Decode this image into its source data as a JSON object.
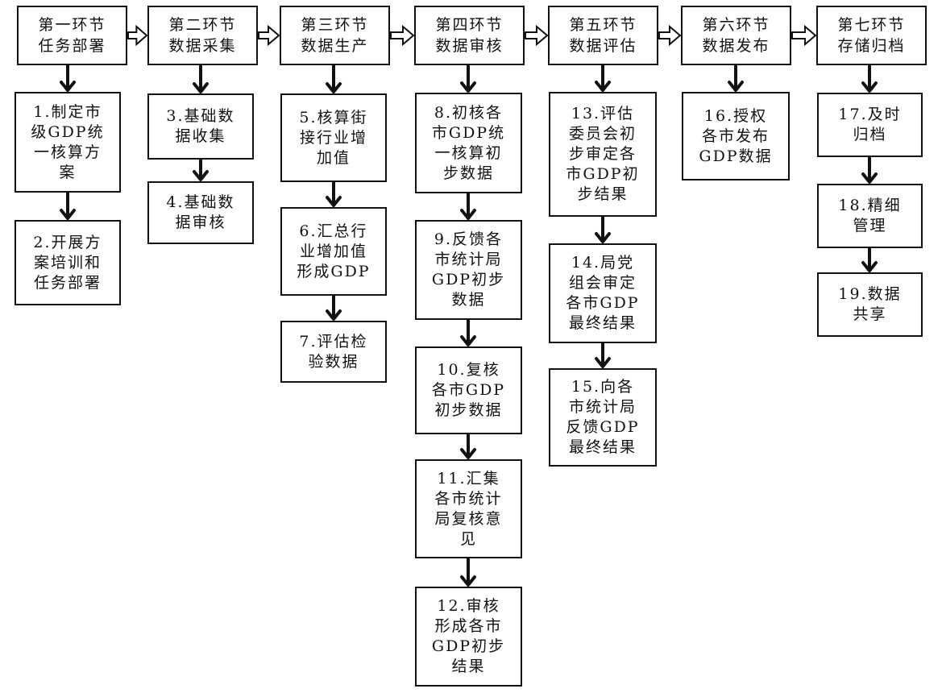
{
  "stages": [
    {
      "id": "s1",
      "text": "第一环节\n任务部署"
    },
    {
      "id": "s2",
      "text": "第二环节\n数据采集"
    },
    {
      "id": "s3",
      "text": "第三环节\n数据生产"
    },
    {
      "id": "s4",
      "text": "第四环节\n数据审核"
    },
    {
      "id": "s5",
      "text": "第五环节\n数据评估"
    },
    {
      "id": "s6",
      "text": "第六环节\n数据发布"
    },
    {
      "id": "s7",
      "text": "第七环节\n存储归档"
    }
  ],
  "steps": [
    {
      "id": "t1",
      "text": "1.制定市\n级GDP统\n一核算方\n案"
    },
    {
      "id": "t2",
      "text": "2.开展方\n案培训和\n任务部署"
    },
    {
      "id": "t3",
      "text": "3.基础数\n据收集"
    },
    {
      "id": "t4",
      "text": "4.基础数\n据审核"
    },
    {
      "id": "t5",
      "text": "5.核算街\n接行业增\n加值"
    },
    {
      "id": "t6",
      "text": "6.汇总行\n业增加值\n形成GDP"
    },
    {
      "id": "t7",
      "text": "7.评估检\n验数据"
    },
    {
      "id": "t8",
      "text": "8.初核各\n市GDP统\n一核算初\n步数据"
    },
    {
      "id": "t9",
      "text": "9.反馈各\n市统计局\nGDP初步\n数据"
    },
    {
      "id": "t10",
      "text": "10.复核\n各市GDP\n初步数据"
    },
    {
      "id": "t11",
      "text": "11.汇集\n各市统计\n局复核意\n见"
    },
    {
      "id": "t12",
      "text": "12.审核\n形成各市\nGDP初步\n结果"
    },
    {
      "id": "t13",
      "text": "13.评估\n委员会初\n步审定各\n市GDP初\n步结果"
    },
    {
      "id": "t14",
      "text": "14.局党\n组会审定\n各市GDP\n最终结果"
    },
    {
      "id": "t15",
      "text": "15.向各\n市统计局\n反馈GDP\n最终结果"
    },
    {
      "id": "t16",
      "text": "16.授权\n各市发布\nGDP数据"
    },
    {
      "id": "t17",
      "text": "17.及时\n归档"
    },
    {
      "id": "t18",
      "text": "18.精细\n管理"
    },
    {
      "id": "t19",
      "text": "19.数据\n共享"
    }
  ]
}
